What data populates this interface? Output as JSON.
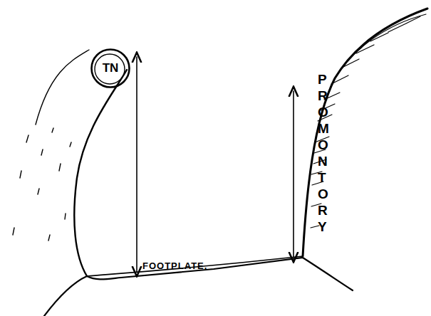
{
  "diagram": {
    "nodes": [
      {
        "text": [
          "TN"
        ]
      }
    ],
    "labels": [
      "FOOTPLATE.",
      "PROMONTORY"
    ]
  }
}
